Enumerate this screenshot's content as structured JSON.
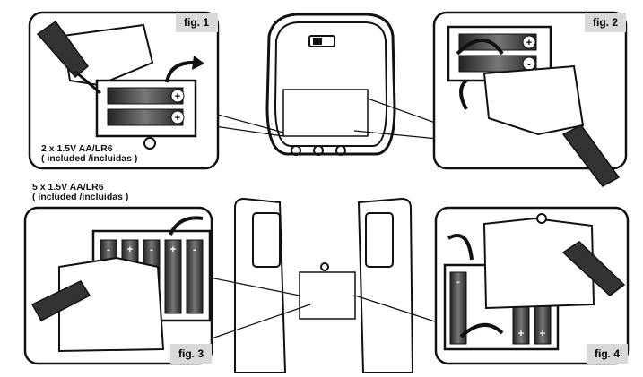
{
  "figures": {
    "fig1": {
      "label": "fig. 1",
      "batteries": [
        "+",
        "+"
      ]
    },
    "fig2": {
      "label": "fig. 2",
      "batteries": [
        "+",
        "-"
      ]
    },
    "fig3": {
      "label": "fig. 3",
      "batteries": [
        "-",
        "+",
        "-",
        "+",
        "-"
      ]
    },
    "fig4": {
      "label": "fig. 4",
      "batteries": [
        "-",
        "+",
        "+"
      ]
    }
  },
  "captions": {
    "top_line1": "2 x 1.5V AA/LR6",
    "top_line2": "( included /incluidas )",
    "bottom_line1": "5 x 1.5V AA/LR6",
    "bottom_line2": "( included /incluidas )"
  },
  "colors": {
    "line": "#111111",
    "tag_bg": "#d9d9d9",
    "panel_bg": "#ffffff",
    "shade": "#cfcfcf"
  }
}
